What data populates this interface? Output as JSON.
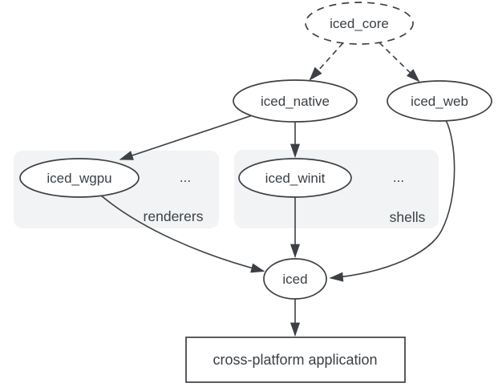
{
  "nodes": {
    "iced_core": "iced_core",
    "iced_native": "iced_native",
    "iced_web": "iced_web",
    "iced_wgpu": "iced_wgpu",
    "iced_winit": "iced_winit",
    "iced": "iced",
    "application": "cross-platform application"
  },
  "groups": {
    "renderers": {
      "label": "renderers",
      "ellipsis": "..."
    },
    "shells": {
      "label": "shells",
      "ellipsis": "..."
    }
  },
  "edges": [
    {
      "from": "iced_core",
      "to": "iced_native",
      "style": "dashed"
    },
    {
      "from": "iced_core",
      "to": "iced_web",
      "style": "dashed"
    },
    {
      "from": "iced_native",
      "to": "iced_wgpu",
      "style": "solid"
    },
    {
      "from": "iced_native",
      "to": "iced_winit",
      "style": "solid"
    },
    {
      "from": "iced_wgpu",
      "to": "iced",
      "style": "solid"
    },
    {
      "from": "iced_winit",
      "to": "iced",
      "style": "solid"
    },
    {
      "from": "iced_web",
      "to": "iced",
      "style": "solid"
    },
    {
      "from": "iced",
      "to": "application",
      "style": "solid"
    }
  ],
  "colors": {
    "stroke": "#3c4044",
    "text": "#3b4045",
    "group_fill": "#f1f3f4",
    "group_label": "#1a73e8",
    "background": "#ffffff"
  }
}
